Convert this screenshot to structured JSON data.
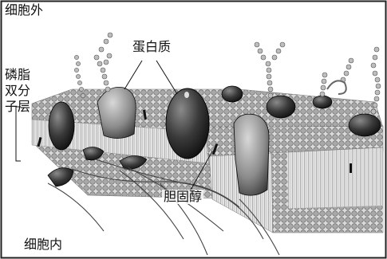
{
  "labels": {
    "outside": "细胞外",
    "bilayer": "磷脂双分子层",
    "protein": "蛋白质",
    "cholesterol": "胆固醇",
    "inside": "细胞内"
  },
  "palette": {
    "ink": "#111111",
    "head": "#bdbdbd",
    "head_dark": "#7a7a7a",
    "tail": "#d6d6d6",
    "protein": "#2e2e2e",
    "protein_light": "#6a6a6a"
  }
}
